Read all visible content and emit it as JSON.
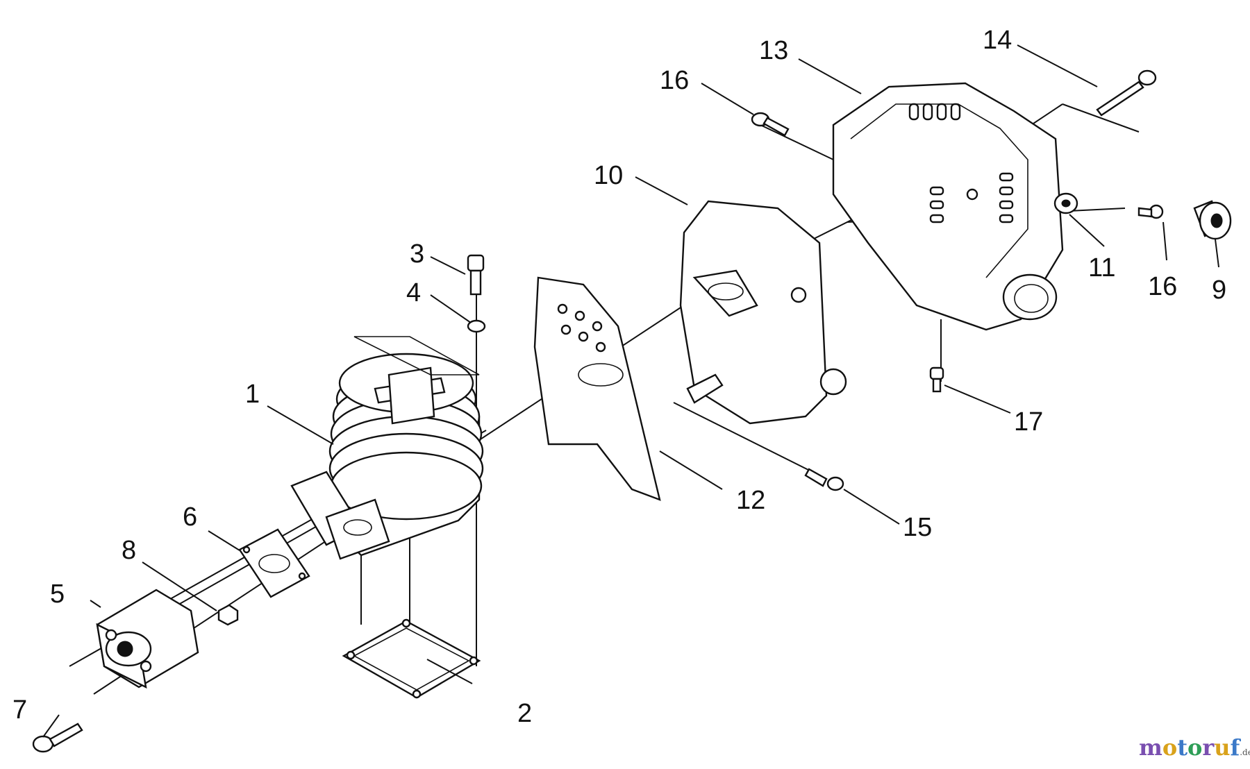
{
  "callouts": {
    "c1": "1",
    "c2": "2",
    "c3": "3",
    "c4": "4",
    "c5": "5",
    "c6": "6",
    "c7": "7",
    "c8": "8",
    "c9": "9",
    "c10": "10",
    "c11": "11",
    "c12": "12",
    "c13": "13",
    "c14": "14",
    "c15": "15",
    "c16a": "16",
    "c16b": "16",
    "c17": "17"
  },
  "watermark": {
    "text": "motoruf",
    "suffix": ".de"
  }
}
